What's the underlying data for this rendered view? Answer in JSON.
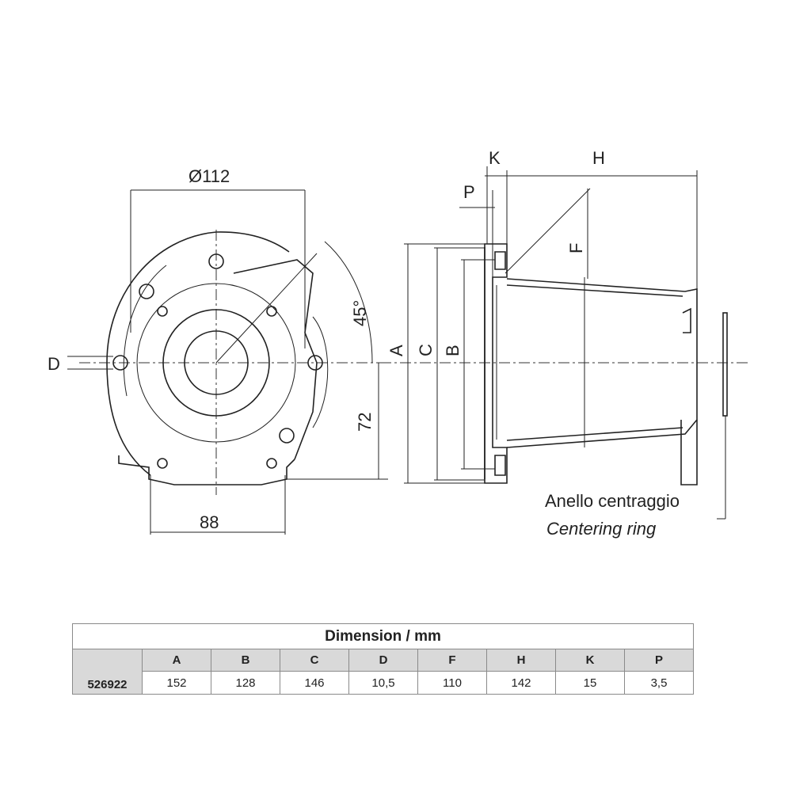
{
  "drawing": {
    "front_view": {
      "diameter_label": "Ø112",
      "angle_label": "45°",
      "height_label": "72",
      "width_label": "88",
      "d_label": "D"
    },
    "side_view": {
      "a_label": "A",
      "c_label": "C",
      "b_label": "B",
      "k_label": "K",
      "h_label": "H",
      "p_label": "P",
      "f_label": "F",
      "ring_label_it": "Anello centraggio",
      "ring_label_en": "Centering ring"
    }
  },
  "table": {
    "title": "Dimension / mm",
    "headers": [
      "A",
      "B",
      "C",
      "D",
      "F",
      "H",
      "K",
      "P"
    ],
    "rows": [
      {
        "code": "526922",
        "values": [
          "152",
          "128",
          "146",
          "10,5",
          "110",
          "142",
          "15",
          "3,5"
        ]
      }
    ]
  }
}
